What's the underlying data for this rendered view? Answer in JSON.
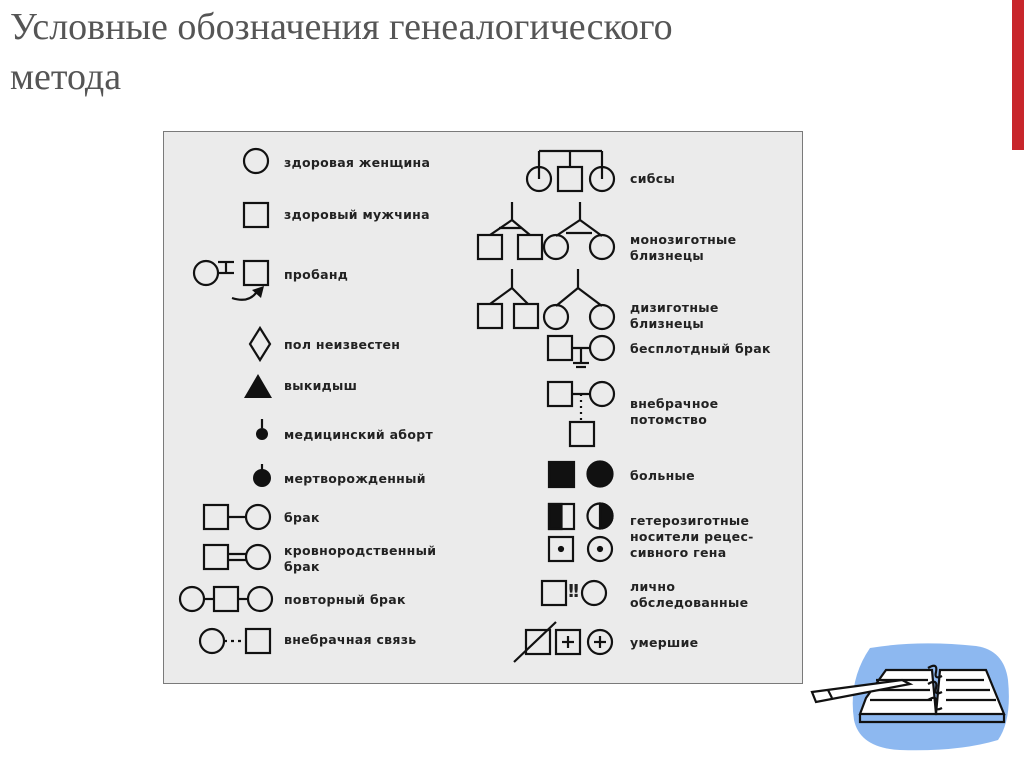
{
  "slide": {
    "title_line1": "Условные обозначения генеалогического",
    "title_line2": "метода",
    "accent_color": "#c8262b"
  },
  "legend": {
    "left": [
      {
        "id": "healthy-female",
        "label": "здоровая женщина"
      },
      {
        "id": "healthy-male",
        "label": "здоровый мужчина"
      },
      {
        "id": "proband",
        "label": "пробанд"
      },
      {
        "id": "sex-unknown",
        "label": "пол неизвестен"
      },
      {
        "id": "miscarriage",
        "label": "выкидыш"
      },
      {
        "id": "medical-abortion",
        "label": "медицинский аборт"
      },
      {
        "id": "stillborn",
        "label": "мертворожденный"
      },
      {
        "id": "marriage",
        "label": "брак"
      },
      {
        "id": "consanguineous-marriage",
        "label_line1": "кровнородственный",
        "label_line2": "брак"
      },
      {
        "id": "remarriage",
        "label": "повторный брак"
      },
      {
        "id": "extramarital-relation",
        "label": "внебрачная связь"
      }
    ],
    "right": [
      {
        "id": "siblings",
        "label": "сибсы"
      },
      {
        "id": "monozygotic-twins",
        "label_line1": "монозиготные",
        "label_line2": "близнецы"
      },
      {
        "id": "dizygotic-twins",
        "label_line1": "дизиготные",
        "label_line2": "близнецы"
      },
      {
        "id": "childless-marriage",
        "label": "бесплотдный брак"
      },
      {
        "id": "extramarital-offspring",
        "label_line1": "внебрачное",
        "label_line2": "потомство"
      },
      {
        "id": "affected",
        "label": "больные"
      },
      {
        "id": "heterozygous-carriers",
        "label_line1": "гетерозиготные",
        "label_line2": "носители рецес-",
        "label_line3": "сивного гена"
      },
      {
        "id": "personally-examined",
        "label_line1": "лично",
        "label_line2": "обследованные",
        "mark": "!"
      },
      {
        "id": "deceased",
        "label": "умершие"
      }
    ]
  }
}
